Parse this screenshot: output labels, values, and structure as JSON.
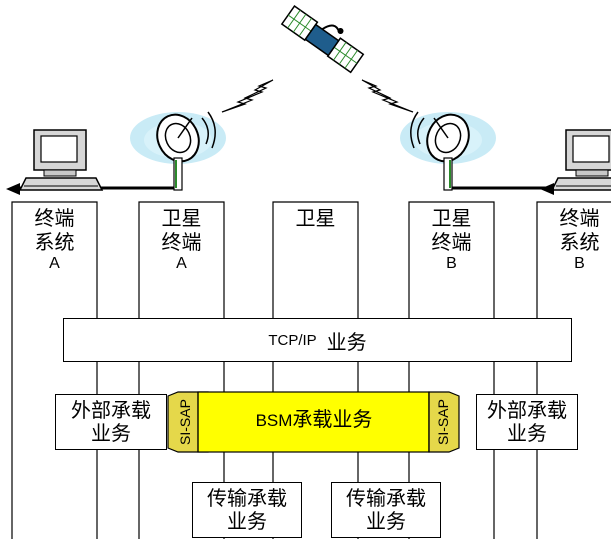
{
  "columns": [
    {
      "line1": "终端",
      "line2": "系统",
      "line3": "A"
    },
    {
      "line1": "卫星",
      "line2": "终端",
      "line3": "A"
    },
    {
      "line1": "卫星",
      "line2": "",
      "line3": ""
    },
    {
      "line1": "卫星",
      "line2": "终端",
      "line3": "B"
    },
    {
      "line1": "终端",
      "line2": "系统",
      "line3": "B"
    }
  ],
  "tcpip": {
    "prefix": "TCP/IP",
    "suffix": "业务"
  },
  "bsm": {
    "prefix": "BSM",
    "suffix": "承载业务"
  },
  "sisap": {
    "left": "SI-SAP",
    "right": "SI-SAP"
  },
  "external_left": {
    "line1": "外部承载",
    "line2": "业务"
  },
  "external_right": {
    "line1": "外部承载",
    "line2": "业务"
  },
  "transport_left": {
    "line1": "传输承载",
    "line2": "业务"
  },
  "transport_right": {
    "line1": "传输承载",
    "line2": "业务"
  },
  "icons": [
    "satellite-icon",
    "lightning-icon",
    "satellite-dish-icon",
    "computer-icon"
  ],
  "colors": {
    "bsm_fill": "#ffff00",
    "sisap_fill": "#e5d84a",
    "signal_ring": "#bfe8f5",
    "computer_body": "#d7d7d7",
    "screen": "#ffffff"
  }
}
